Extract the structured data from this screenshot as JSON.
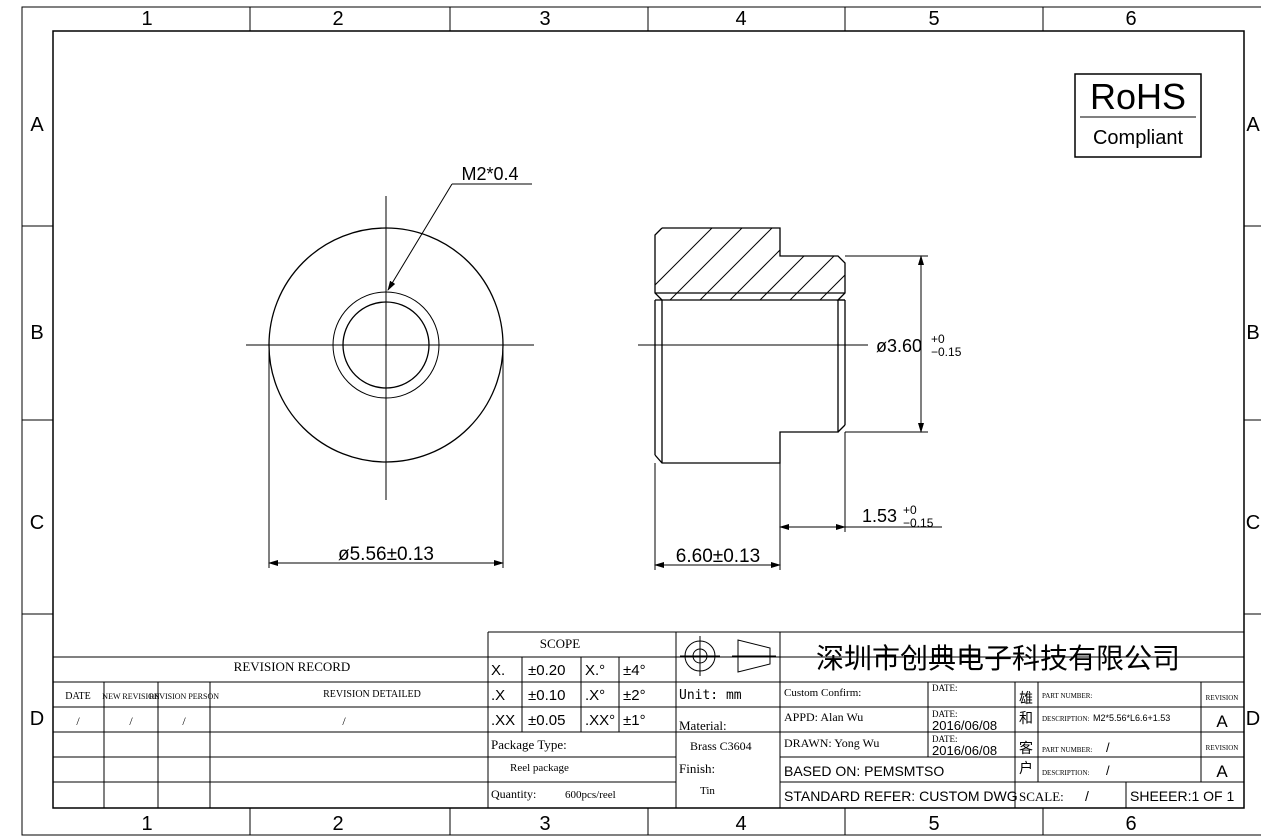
{
  "frame": {
    "columns": [
      "1",
      "2",
      "3",
      "4",
      "5",
      "6"
    ],
    "rows": [
      "A",
      "B",
      "C",
      "D"
    ]
  },
  "rohs": {
    "title": "RoHS",
    "subtitle": "Compliant"
  },
  "dimensions": {
    "thread": "M2*0.4",
    "outer_diameter": "ø5.56±0.13",
    "length": "6.60±0.13",
    "step_diameter_base": "ø3.60",
    "step_diameter_tol_upper": "+0",
    "step_diameter_tol_lower": "−0.15",
    "head_length_base": "1.53",
    "head_length_tol_upper": "+0",
    "head_length_tol_lower": "−0.15"
  },
  "revision": {
    "title": "REVISION RECORD",
    "headers": [
      "DATE",
      "NEW REVISION",
      "REVISION PERSON",
      "REVISION DETAILED"
    ],
    "row": [
      "/",
      "/",
      "/",
      "/"
    ]
  },
  "scope": {
    "title": "SCOPE",
    "rows": [
      [
        "X.",
        "±0.20",
        "X.°",
        "±4°"
      ],
      [
        ".X",
        "±0.10",
        ".X°",
        "±2°"
      ],
      [
        ".XX",
        "±0.05",
        ".XX°",
        "±1°"
      ]
    ],
    "package_type_label": "Package Type:",
    "package_type_value": "Reel package",
    "quantity_label": "Quantity:",
    "quantity_value": "600pcs/reel"
  },
  "specs": {
    "unit": "Unit: mm",
    "material_label": "Material:",
    "material_value": "Brass C3604",
    "finish_label": "Finish:",
    "finish_value": "Tin"
  },
  "company": "深圳市创典电子科技有限公司",
  "title_block": {
    "custom_confirm": "Custom Confirm:",
    "date_label": "DATE:",
    "appd": "APPD: Alan Wu",
    "appd_date": "2016/06/08",
    "drawn": "DRAWN: Yong Wu",
    "drawn_date": "2016/06/08",
    "based_on": "BASED ON: PEMSMTSO",
    "standard_refer": "STANDARD REFER: CUSTOM DWG",
    "scale_label": "SCALE:",
    "scale_value": "/",
    "sheet": "SHEEER:1  OF 1",
    "side_top_1": "雄",
    "side_top_2": "和",
    "side_bottom_1": "客",
    "side_bottom_2": "户",
    "part_number_label": "PART NUMBER:",
    "description_label": "DESCRIPTION:",
    "description_value": "M2*5.56*L6.6+1.53",
    "part_number_value_2": "/",
    "description_value_2": "/",
    "revision_label": "REVISION",
    "revision_value": "A",
    "revision_value_2": "A"
  }
}
